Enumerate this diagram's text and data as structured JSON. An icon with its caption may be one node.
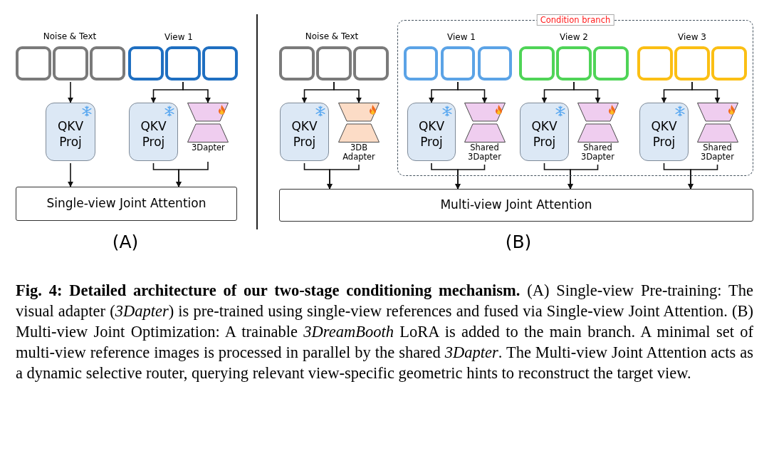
{
  "diagram": {
    "nodes": [
      {
        "text": [],
        "shape": "box"
      },
      {
        "text": [],
        "shape": "box"
      },
      {
        "text": [],
        "shape": "box"
      },
      {
        "text": [],
        "shape": "box"
      },
      {
        "text": [],
        "shape": "box"
      },
      {
        "text": [],
        "shape": "box"
      },
      {
        "text": [
          "QKV Proj"
        ]
      },
      {
        "text": [
          "QKV Proj"
        ]
      },
      {
        "text": [
          "3Dapter"
        ]
      },
      {
        "text": [
          "Single-view Joint Attention"
        ]
      },
      {
        "text": [
          "Condition branch"
        ]
      },
      {
        "text": [],
        "shape": "box"
      },
      {
        "text": [],
        "shape": "box"
      },
      {
        "text": [],
        "shape": "box"
      },
      {
        "text": [],
        "shape": "box",
        "in": 10
      },
      {
        "text": [],
        "shape": "box",
        "in": 10
      },
      {
        "text": [],
        "shape": "box",
        "in": 10
      },
      {
        "text": [],
        "shape": "box",
        "in": 10
      },
      {
        "text": [],
        "shape": "box",
        "in": 10
      },
      {
        "text": [],
        "shape": "box",
        "in": 10
      },
      {
        "text": [],
        "shape": "box",
        "in": 10
      },
      {
        "text": [],
        "shape": "box",
        "in": 10
      },
      {
        "text": [],
        "shape": "box",
        "in": 10
      },
      {
        "text": [
          "QKV Proj"
        ]
      },
      {
        "text": [
          "3DB Adapter"
        ]
      },
      {
        "text": [
          "QKV Proj"
        ],
        "in": 10
      },
      {
        "text": [
          "Shared 3Dapter"
        ],
        "in": 10
      },
      {
        "text": [
          "QKV Proj"
        ],
        "in": 10
      },
      {
        "text": [
          "Shared 3Dapter"
        ],
        "in": 10
      },
      {
        "text": [
          "QKV Proj"
        ],
        "in": 10
      },
      {
        "text": [
          "Shared 3Dapter"
        ],
        "in": 10
      },
      {
        "text": [
          "Multi-view Joint Attention"
        ]
      }
    ],
    "edges": [
      {
        "from": 1,
        "to": 6,
        "arrow": "to"
      },
      {
        "from": 4,
        "to": 7,
        "arrow": "to"
      },
      {
        "from": 4,
        "to": 8,
        "arrow": "to"
      },
      {
        "from": 6,
        "to": 9,
        "arrow": "to"
      },
      {
        "from": 7,
        "to": 9,
        "arrow": "to"
      },
      {
        "from": 8,
        "to": 9,
        "arrow": "to"
      },
      {
        "from": 12,
        "to": 23,
        "arrow": "to"
      },
      {
        "from": 12,
        "to": 24,
        "arrow": "to"
      },
      {
        "from": 15,
        "to": 25,
        "arrow": "to"
      },
      {
        "from": 15,
        "to": 26,
        "arrow": "to"
      },
      {
        "from": 18,
        "to": 27,
        "arrow": "to"
      },
      {
        "from": 18,
        "to": 28,
        "arrow": "to"
      },
      {
        "from": 21,
        "to": 29,
        "arrow": "to"
      },
      {
        "from": 21,
        "to": 30,
        "arrow": "to"
      },
      {
        "from": 23,
        "to": 31,
        "arrow": "to"
      },
      {
        "from": 24,
        "to": 31,
        "arrow": "to"
      },
      {
        "from": 25,
        "to": 31,
        "arrow": "to"
      },
      {
        "from": 26,
        "to": 31,
        "arrow": "to"
      },
      {
        "from": 27,
        "to": 31,
        "arrow": "to"
      },
      {
        "from": 28,
        "to": 31,
        "arrow": "to"
      },
      {
        "from": 29,
        "to": 31,
        "arrow": "to"
      },
      {
        "from": 30,
        "to": 31,
        "arrow": "to"
      }
    ],
    "labels": [
      "Noise & Text",
      "View 1",
      "Noise & Text",
      "View 1",
      "View 2",
      "View 3",
      "(A)",
      "(B)"
    ],
    "caption": "**Fig. 4: Detailed architecture of our two-stage conditioning mechanism.** (A) Single-view Pre-training: The visual adapter (*3Dapter*) is pre-trained using single-view references and fused via Single-view Joint Attention. (B) Multi-view Joint Optimization: A trainable *3DreamBooth* LoRA is added to the main branch. A minimal set of multi-view reference images is processed in parallel by the shared *3Dapter*. The Multi-view Joint Attention acts as a dynamic selective router, querying relevant view-specific geometric hints to reconstruct the target view."
  }
}
